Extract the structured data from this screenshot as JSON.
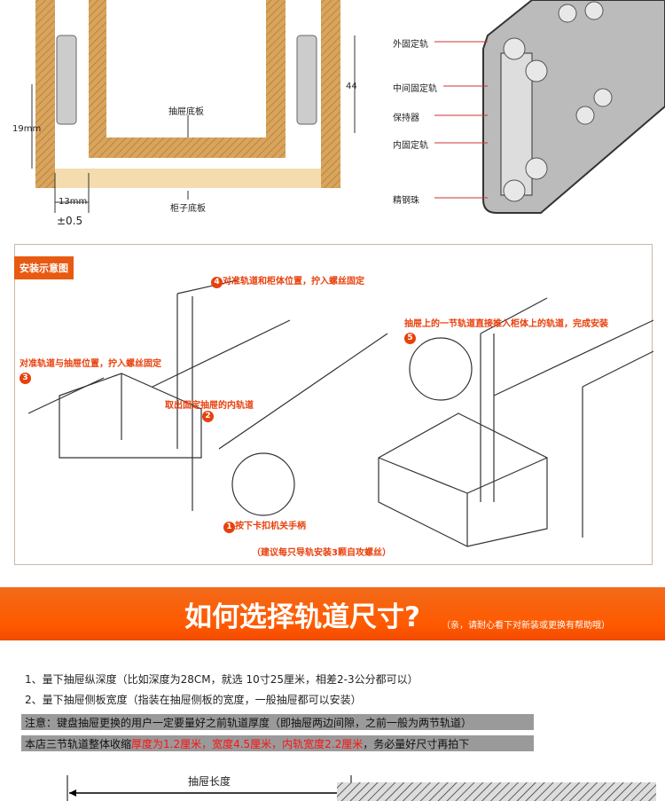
{
  "cabinet_diagram": {
    "dim_19": "19mm",
    "dim_13": "13mm",
    "tolerance": "±0.5",
    "dim_44": "44",
    "drawer_bottom": "抽屉底板",
    "cabinet_bottom": "柜子底板"
  },
  "rail_section": {
    "labels": [
      "外固定轨",
      "中间固定轨",
      "保持器",
      "内固定轨",
      "精钢珠"
    ]
  },
  "install": {
    "tag": "安装示意图",
    "step4": {
      "num": "4",
      "text": "对准轨道和柜体位置，拧入螺丝固定"
    },
    "step3": {
      "num": "3",
      "text": "对准轨道与抽屉位置，拧入螺丝固定"
    },
    "step2": {
      "num": "2",
      "text": "取出固定抽屉的内轨道"
    },
    "step1": {
      "num": "1",
      "text": "按下卡扣机关手柄"
    },
    "step5": {
      "num": "5",
      "text": "抽屉上的一节轨道直接推入柜体上的轨道，完成安装"
    },
    "tip": "（建议每只导轨安装3颗自攻螺丝）"
  },
  "banner": {
    "title": "如何选择轨道尺寸?",
    "subtitle": "（亲，请耐心看下对新装或更换有帮助哦）"
  },
  "instructions": {
    "line1": "1、量下抽屉纵深度（比如深度为28CM，就选 10寸25厘米，相差2-3公分都可以）",
    "line2": "2、量下抽屉侧板宽度（指装在抽屉侧板的宽度，一般抽屉都可以安装）",
    "note": "注意：键盘抽屉更换的用户一定要量好之前轨道厚度（即抽屉两边间隙，之前一般为两节轨道）",
    "spec_prefix": "本店三节轨道整体收缩",
    "spec_highlight": "厚度为1.2厘米，宽度4.5厘米，内轨宽度2.2厘米",
    "spec_suffix": "，务必量好尺寸再拍下"
  },
  "length_diagram": {
    "label": "抽屉长度"
  }
}
